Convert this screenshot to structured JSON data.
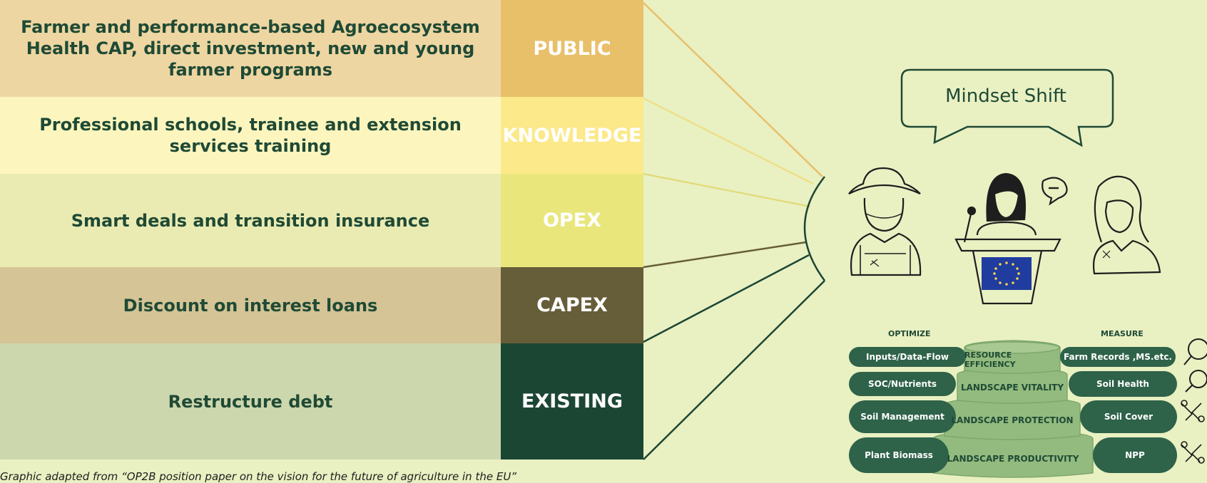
{
  "rows": [
    {
      "text": "Farmer and performance-based Agroecosystem Health CAP, direct investment, new and young farmer programs",
      "tag": "PUBLIC",
      "bg": "#eed6a2",
      "tag_bg": "#e8c06a"
    },
    {
      "text": "Professional schools, trainee and extension services training",
      "tag": "KNOWLEDGE",
      "bg": "#fcf6be",
      "tag_bg": "#fbe98a"
    },
    {
      "text": "Smart deals and transition insurance",
      "tag": "OPEX",
      "bg": "#eaebb3",
      "tag_bg": "#e9e67c"
    },
    {
      "text": "Discount on interest loans",
      "tag": "CAPEX",
      "bg": "#d4c496",
      "tag_bg": "#665e38"
    },
    {
      "text": "Restructure debt",
      "tag": "EXISTING",
      "bg": "#cdd7ad",
      "tag_bg": "#1c4634"
    }
  ],
  "speech_bubble": "Mindset Shift",
  "caption": "Graphic adapted from “OP2B position paper on the vision for the future of agriculture in the EU”",
  "pyramid": {
    "left_heading": "OPTIMIZE",
    "right_heading": "MEASURE",
    "tiers": [
      "RESOURCE EFFICIENCY",
      "LANDSCAPE VITALITY",
      "LANDSCAPE PROTECTION",
      "LANDSCAPE PRODUCTIVITY"
    ],
    "left_items": [
      "Inputs/Data-Flow",
      "SOC/Nutrients",
      "Soil Management",
      "Plant Biomass"
    ],
    "right_items": [
      "Farm Records ,MS.etc.",
      "Soil Health",
      "Soil Cover",
      "NPP"
    ]
  },
  "icons": [
    "farmer-icon",
    "eu-speaker-icon",
    "woman-icon",
    "eu-flag-icon",
    "magnifier-icon",
    "drone-icon"
  ]
}
